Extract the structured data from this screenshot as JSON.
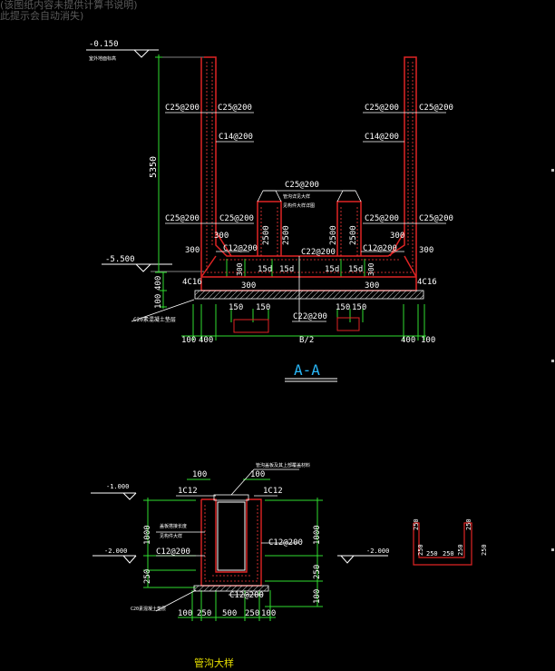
{
  "hint": {
    "line1": "(该图纸内容未提供计算书说明)",
    "line2": "此提示会自动消失)"
  },
  "section_aa": {
    "title": "A-A",
    "elev_top": "-0.150",
    "elev_top_note": "室外地面标高",
    "elev_bottom": "-5.500",
    "dim_wall_height": "5350",
    "dim_slab": "400",
    "dim_cushion": "100",
    "rebar_c25_200": "C25@200",
    "rebar_c14_200": "C14@200",
    "rebar_c12_200": "C12@200",
    "rebar_c22_200": "C22@200",
    "rebar_4c16": "4C16",
    "dim_2500": "2500",
    "dim_300": "300",
    "dim_150": "150",
    "dim_15d": "15d",
    "groove_note_1": "管沟详见大样",
    "groove_note_2": "见构件大样详图",
    "cushion_note": "C20素混凝土垫层",
    "dim_400": "400",
    "dim_100": "100",
    "dim_span": "B/2"
  },
  "trench_detail": {
    "title": "管沟大样",
    "elev_top": "-1.000",
    "elev_mid": "-2.000",
    "top_note": "管沟盖板及其上部覆盖材料",
    "rebar_1c12": "1C12",
    "rebar_c12_200": "C12@200",
    "side_note_1": "盖板搭接长度",
    "side_note_2": "见构件大样",
    "dim_100": "100",
    "dim_1000": "1000",
    "dim_250": "250",
    "dim_500": "500",
    "cushion_note": "C20素混凝土垫层"
  },
  "small_section": {
    "dim_250": "250"
  }
}
